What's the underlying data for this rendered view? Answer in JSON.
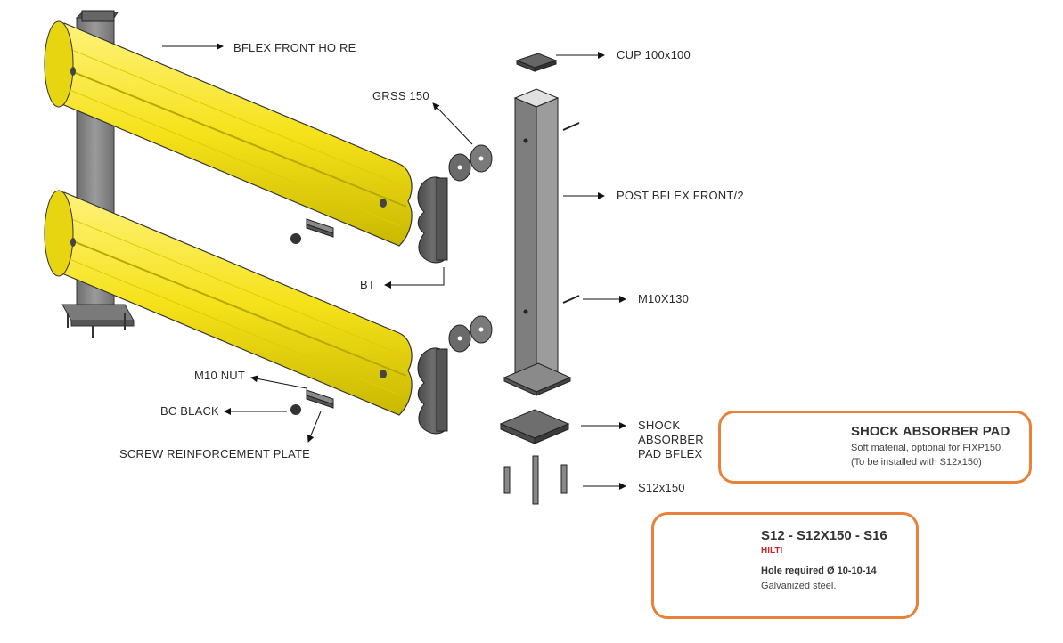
{
  "labels": {
    "bflex_front": "BFLEX FRONT HO RE",
    "grss": "GRSS 150",
    "cup": "CUP 100x100",
    "post": "POST BFLEX FRONT/2",
    "bt": "BT",
    "m10x130": "M10X130",
    "m10_nut": "M10 NUT",
    "bc_black": "BC BLACK",
    "screw_plate": "SCREW REINFORCEMENT PLATE",
    "shock_pad": "SHOCK ABSORBER PAD BFLEX",
    "s12x150": "S12x150"
  },
  "shock_box": {
    "title": "SHOCK ABSORBER PAD",
    "line1": "Soft material, optional for FIXP150.",
    "line2": "(To be installed with S12x150)"
  },
  "anchor_box": {
    "title": "S12 - S12X150 - S16",
    "brand": "HILTI",
    "line1": "Hole required Ø 10-10-14",
    "line2": "Galvanized steel."
  },
  "colors": {
    "accent": "#e8823a",
    "rail_yellow": "#f5e21a",
    "steel_grey": "#8a8a8a",
    "brand_red": "#c0282d"
  }
}
